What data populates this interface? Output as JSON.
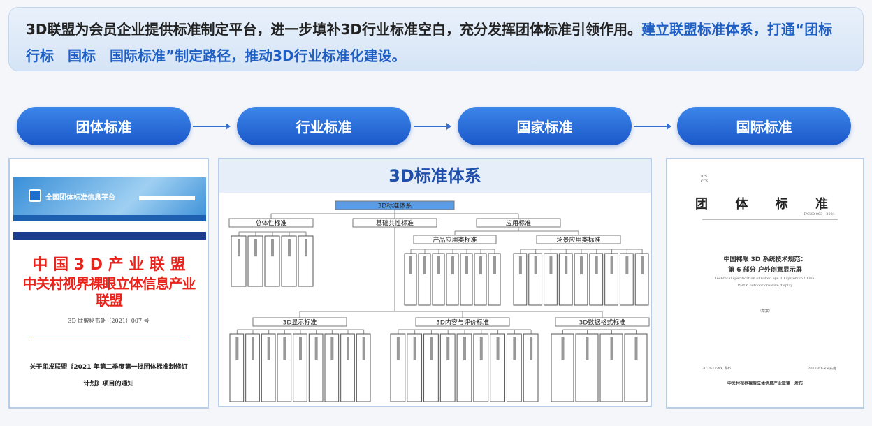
{
  "intro": {
    "text": "3D联盟为会员企业提供标准制定平台，进一步填补3D行业标准空白，充分发挥团体标准引领作用。",
    "highlight": "建立联盟标准体系，打通“团标　行标　国标　国际标准”制定路径，推动3D行业标准化建设。"
  },
  "pipeline": [
    {
      "label": "团体标准"
    },
    {
      "label": "行业标准"
    },
    {
      "label": "国家标准"
    },
    {
      "label": "国际标准"
    }
  ],
  "left_doc": {
    "site_title": "全国团体标准信息平台",
    "red_line1": "中 国 3 D 产 业 联 盟",
    "red_line2": "中关村视界裸眼立体信息产业联盟",
    "doc_no": "3D 联盟秘书处（2021）007 号",
    "notice_line1": "关于印发联盟《2021 年第二季度第一批团体标准制修订",
    "notice_line2": "计划》项目的通知"
  },
  "system": {
    "title": "3D标准体系",
    "root": "3D标准体系",
    "level1": [
      "总体性标准",
      "基础共性标准",
      "应用标准"
    ],
    "app_children": [
      "产品应用类标准",
      "场景应用类标准"
    ],
    "base_children": [
      "3D显示标准",
      "3D内容与评价标准",
      "3D数据格式标准"
    ],
    "leaf_counts": {
      "总体性标准": 5,
      "产品应用类标准": 7,
      "场景应用类标准": 9,
      "3D显示标准": 9,
      "3D内容与评价标准": 9,
      "3D数据格式标准": 4
    },
    "root_color": "#5b9ce6"
  },
  "right_doc": {
    "ics": "ICS",
    "ccs": "CCS",
    "heading": [
      "团",
      "体",
      "标",
      "准"
    ],
    "code": "T/C3D 003—2021",
    "title_line1": "中国裸眼 3D 系统技术规范：",
    "title_line2": "第 6 部分  户外创意显示屏",
    "en_line1": "Technical specification of naked eye 3D system in China:",
    "en_line2": "Part 6 outdoor creative display",
    "draft": "（草案）",
    "publish_date": "2021-12-XX 发布",
    "impl_date": "2022-01-××实施",
    "publisher": "中关村视界裸眼立体信息产业联盟　发布"
  }
}
